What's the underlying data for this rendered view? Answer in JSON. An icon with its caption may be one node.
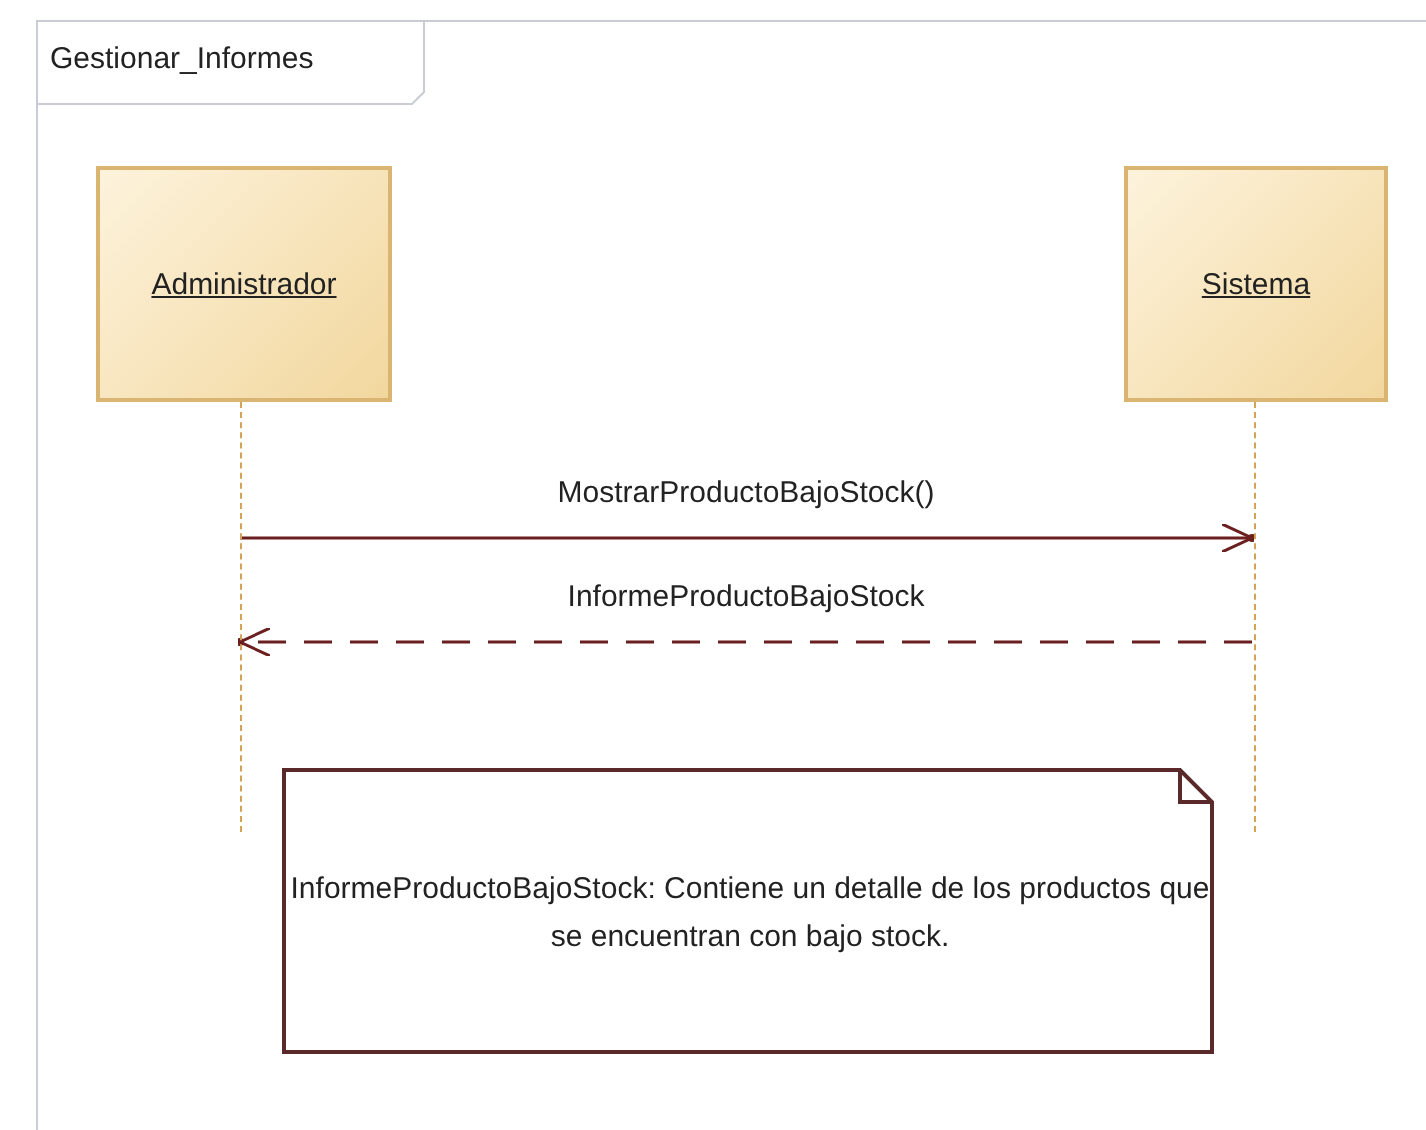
{
  "diagram": {
    "nodes": [
      {
        "text": [
          "Gestionar_Informes"
        ]
      },
      {
        "text": [
          "Administrador"
        ],
        "in": 0
      },
      {
        "text": [
          "Sistema"
        ],
        "in": 0
      },
      {
        "text": [],
        "shape": "line",
        "in": 0
      },
      {
        "text": [],
        "shape": "line",
        "in": 0
      },
      {
        "text": [
          "InformeProductoBajoStock: Contiene un detalle de los productos que se encuentran con bajo stock."
        ],
        "in": 0
      }
    ],
    "edges": [
      {
        "from": 3,
        "to": 4,
        "arrow": "to",
        "label": "MostrarProductoBajoStock()"
      },
      {
        "from": 4,
        "to": 3,
        "arrow": "to",
        "label": "InformeProductoBajoStock",
        "style": "dashed"
      }
    ]
  }
}
